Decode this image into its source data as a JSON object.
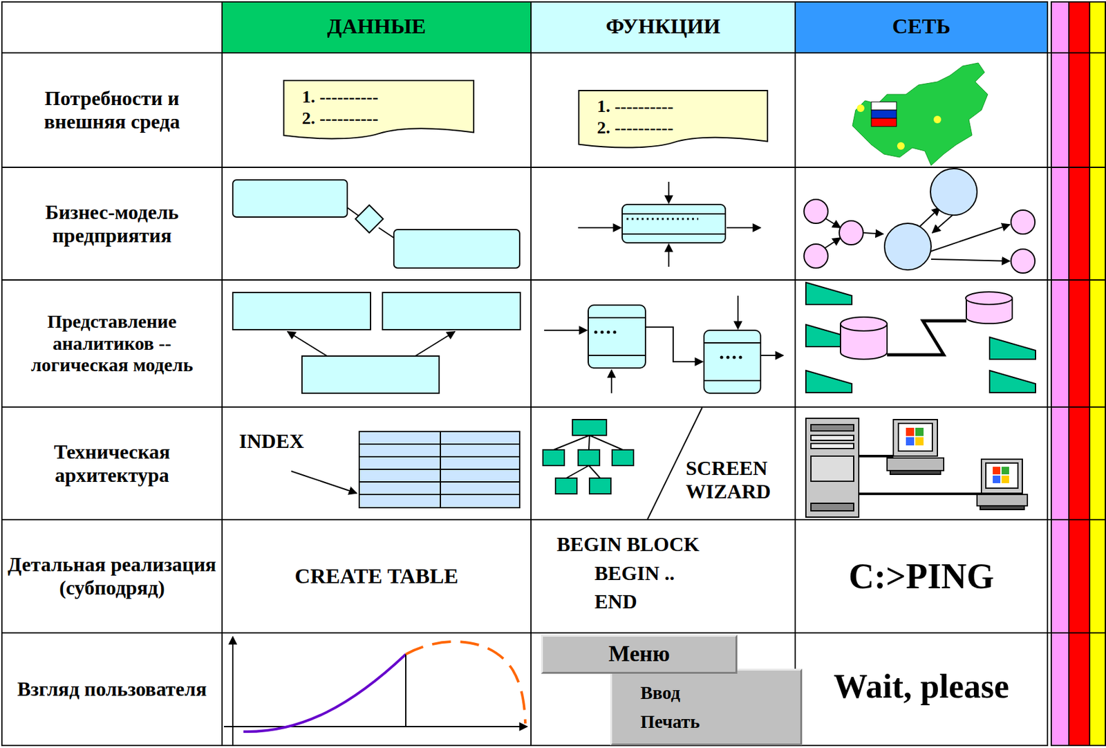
{
  "diagram": {
    "nodes": [
      {
        "text": [
          "1. ----------",
          "2. ----------"
        ]
      },
      {
        "text": [
          "1. ----------",
          "2. ----------"
        ]
      },
      {
        "text": [
          "Меню"
        ]
      },
      {
        "text": [
          "Ввод",
          "Печать"
        ]
      }
    ],
    "labels": [
      "ДАННЫЕ",
      "ФУНКЦИИ",
      "СЕТЬ",
      "Потребности и внешняя среда",
      "Бизнес-модель предприятия",
      "Представление аналитиков -- логическая модель",
      "Техническая архитектура",
      "Детальная реализация (субподряд)",
      "Взгляд пользователя",
      "INDEX",
      "SCREEN WIZARD",
      "CREATE TABLE",
      "BEGIN BLOCK",
      "BEGIN ..",
      "END",
      "C:>PING",
      "Wait, please"
    ]
  }
}
